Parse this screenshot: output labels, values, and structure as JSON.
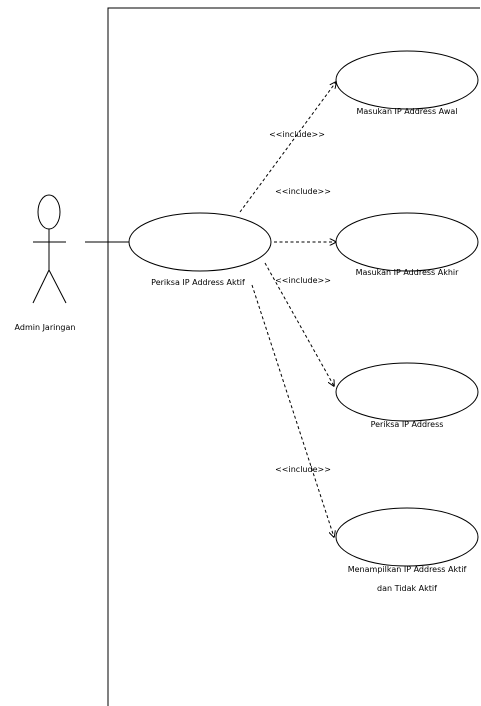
{
  "actor": {
    "name": "Admin Jaringan"
  },
  "use_cases": {
    "main": "Periksa IP Address Aktif",
    "start": "Masukan IP Address Awal",
    "end": "Masukan IP Address Akhir",
    "check": "Periksa IP Address",
    "show_line1": "Menampilkan IP Address Aktif",
    "show_line2": "dan Tidak Aktif"
  },
  "relations": {
    "include_1": "<<include>>",
    "include_2": "<<include>>",
    "include_3": "<<include>>",
    "include_4": "<<include>>"
  }
}
